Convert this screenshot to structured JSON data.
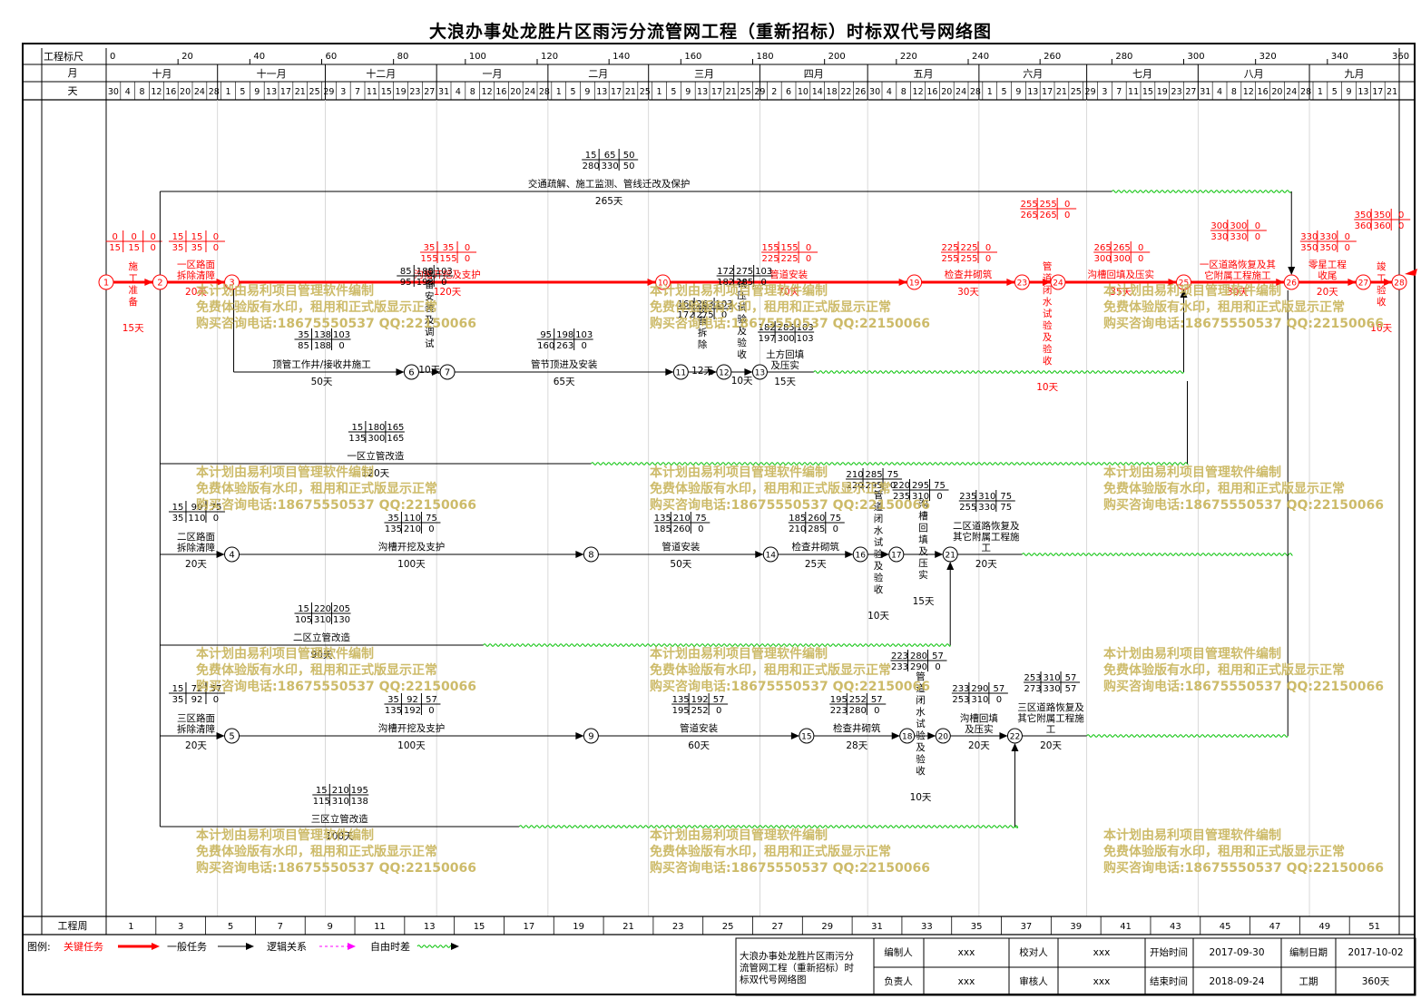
{
  "title": "大浪办事处龙胜片区雨污分流管网工程（重新招标）时标双代号网络图",
  "header": {
    "scale_label": "工程标尺",
    "month_label": "月",
    "day_label": "天",
    "week_label": "工程周",
    "scale_ticks": [
      "0",
      "20",
      "40",
      "60",
      "80",
      "100",
      "120",
      "140",
      "160",
      "180",
      "200",
      "220",
      "240",
      "260",
      "280",
      "300",
      "320",
      "340",
      "360"
    ],
    "months": [
      {
        "label": "十月",
        "d0": 0,
        "d1": 31
      },
      {
        "label": "十一月",
        "d0": 31,
        "d1": 61
      },
      {
        "label": "十二月",
        "d0": 61,
        "d1": 92
      },
      {
        "label": "一月",
        "d0": 92,
        "d1": 123
      },
      {
        "label": "二月",
        "d0": 123,
        "d1": 151
      },
      {
        "label": "三月",
        "d0": 151,
        "d1": 182
      },
      {
        "label": "四月",
        "d0": 182,
        "d1": 212
      },
      {
        "label": "五月",
        "d0": 212,
        "d1": 243
      },
      {
        "label": "六月",
        "d0": 243,
        "d1": 273
      },
      {
        "label": "七月",
        "d0": 273,
        "d1": 304
      },
      {
        "label": "八月",
        "d0": 304,
        "d1": 335
      },
      {
        "label": "九月",
        "d0": 335,
        "d1": 360
      }
    ],
    "day_ticks": [
      "30",
      "4",
      "8",
      "12",
      "16",
      "20",
      "24",
      "28",
      "1",
      "5",
      "9",
      "13",
      "17",
      "21",
      "25",
      "29",
      "3",
      "7",
      "11",
      "15",
      "19",
      "23",
      "27",
      "31",
      "4",
      "8",
      "12",
      "16",
      "20",
      "24",
      "28",
      "1",
      "5",
      "9",
      "13",
      "17",
      "21",
      "25",
      "1",
      "5",
      "9",
      "13",
      "17",
      "21",
      "25",
      "29",
      "2",
      "6",
      "10",
      "14",
      "18",
      "22",
      "26",
      "30",
      "4",
      "8",
      "12",
      "16",
      "20",
      "24",
      "28",
      "1",
      "5",
      "9",
      "13",
      "17",
      "21",
      "25",
      "29",
      "3",
      "7",
      "11",
      "15",
      "19",
      "23",
      "27",
      "31",
      "4",
      "8",
      "12",
      "16",
      "20",
      "24",
      "28",
      "1",
      "5",
      "9",
      "13",
      "17",
      "21"
    ],
    "weeks": [
      "1",
      "3",
      "5",
      "7",
      "9",
      "11",
      "13",
      "15",
      "17",
      "19",
      "21",
      "23",
      "25",
      "27",
      "29",
      "31",
      "33",
      "35",
      "37",
      "39",
      "41",
      "43",
      "45",
      "47",
      "49",
      "51"
    ]
  },
  "network": {
    "nodes": [
      {
        "id": "1",
        "day": 0,
        "lane": "A",
        "critical": true
      },
      {
        "id": "2",
        "day": 15,
        "lane": "A",
        "critical": true
      },
      {
        "id": "3",
        "day": 35,
        "lane": "A",
        "critical": true
      },
      {
        "id": "10",
        "day": 155,
        "lane": "A",
        "critical": true
      },
      {
        "id": "19",
        "day": 225,
        "lane": "A",
        "critical": true
      },
      {
        "id": "23",
        "day": 255,
        "lane": "A",
        "critical": true
      },
      {
        "id": "24",
        "day": 265,
        "lane": "A",
        "critical": true
      },
      {
        "id": "25",
        "day": 300,
        "lane": "A",
        "critical": true
      },
      {
        "id": "26",
        "day": 330,
        "lane": "A",
        "critical": true
      },
      {
        "id": "27",
        "day": 350,
        "lane": "A",
        "critical": true
      },
      {
        "id": "28",
        "day": 360,
        "lane": "A",
        "critical": true
      },
      {
        "id": "6",
        "day": 85,
        "lane": "B",
        "critical": false
      },
      {
        "id": "7",
        "day": 95,
        "lane": "B",
        "critical": false
      },
      {
        "id": "11",
        "day": 160,
        "lane": "B",
        "critical": false
      },
      {
        "id": "12",
        "day": 172,
        "lane": "B",
        "critical": false
      },
      {
        "id": "13",
        "day": 182,
        "lane": "B",
        "critical": false
      },
      {
        "id": "4",
        "day": 35,
        "lane": "D",
        "critical": false
      },
      {
        "id": "8",
        "day": 135,
        "lane": "D",
        "critical": false
      },
      {
        "id": "14",
        "day": 185,
        "lane": "D",
        "critical": false
      },
      {
        "id": "16",
        "day": 210,
        "lane": "D",
        "critical": false
      },
      {
        "id": "17",
        "day": 220,
        "lane": "D",
        "critical": false
      },
      {
        "id": "21",
        "day": 235,
        "lane": "D",
        "critical": false
      },
      {
        "id": "5",
        "day": 35,
        "lane": "F",
        "critical": false
      },
      {
        "id": "9",
        "day": 135,
        "lane": "F",
        "critical": false
      },
      {
        "id": "15",
        "day": 195,
        "lane": "F",
        "critical": false
      },
      {
        "id": "18",
        "day": 223,
        "lane": "F",
        "critical": false
      },
      {
        "id": "20",
        "day": 233,
        "lane": "F",
        "critical": false
      },
      {
        "id": "22",
        "day": 253,
        "lane": "F",
        "critical": false
      }
    ],
    "tasks": [
      {
        "from": "1",
        "to": "2",
        "name": "施工准备",
        "dur": "15天",
        "p": [
          "0",
          "0",
          "0",
          "15",
          "15",
          "0"
        ],
        "critical": true
      },
      {
        "from": "2",
        "to": "3",
        "name": "一区路面拆除清障",
        "dur": "20天",
        "p": [
          "15",
          "15",
          "0",
          "35",
          "35",
          "0"
        ],
        "critical": true
      },
      {
        "from": "3",
        "to": "10",
        "name": "沟槽开挖及支护",
        "dur": "120天",
        "p": [
          "35",
          "35",
          "0",
          "155",
          "155",
          "0"
        ],
        "critical": true
      },
      {
        "from": "10",
        "to": "19",
        "name": "管道安装",
        "dur": "70天",
        "p": [
          "155",
          "155",
          "0",
          "225",
          "225",
          "0"
        ],
        "critical": true
      },
      {
        "from": "19",
        "to": "23",
        "name": "检查井砌筑",
        "dur": "30天",
        "p": [
          "225",
          "225",
          "0",
          "255",
          "255",
          "0"
        ],
        "critical": true
      },
      {
        "from": "23",
        "to": "24",
        "name": "管道闭水试验及验收",
        "dur": "10天",
        "p": [
          "255",
          "255",
          "0",
          "265",
          "265",
          "0"
        ],
        "critical": true
      },
      {
        "from": "24",
        "to": "25",
        "name": "沟槽回填及压实",
        "dur": "35天",
        "p": [
          "265",
          "265",
          "0",
          "300",
          "300",
          "0"
        ],
        "critical": true
      },
      {
        "from": "25",
        "to": "26",
        "name": "一区道路恢复及其它附属工程施工",
        "dur": "30天",
        "p": [
          "300",
          "300",
          "0",
          "330",
          "330",
          "0"
        ],
        "critical": true
      },
      {
        "from": "26",
        "to": "27",
        "name": "零星工程收尾",
        "dur": "20天",
        "p": [
          "330",
          "330",
          "0",
          "350",
          "350",
          "0"
        ],
        "critical": true
      },
      {
        "from": "27",
        "to": "28",
        "name": "竣工验收",
        "dur": "10天",
        "p": [
          "350",
          "350",
          "0",
          "360",
          "360",
          "0"
        ],
        "critical": true
      },
      {
        "from": "2",
        "to": "26",
        "name": "交通疏解、施工监测、管线迁改及保护",
        "dur": "265天",
        "p": [
          "15",
          "65",
          "50",
          "280",
          "330",
          "50"
        ],
        "critical": false
      },
      {
        "from": "3",
        "to": "6",
        "name": "顶管工作井/接收井施工",
        "dur": "50天",
        "p": [
          "35",
          "138",
          "103",
          "85",
          "188",
          "0"
        ],
        "critical": false
      },
      {
        "from": "6",
        "to": "7",
        "name": "设备安装及调试",
        "dur": "10天",
        "p": [
          "85",
          "188",
          "103",
          "95",
          "198",
          "0"
        ],
        "critical": false
      },
      {
        "from": "7",
        "to": "11",
        "name": "管节顶进及安装",
        "dur": "65天",
        "p": [
          "95",
          "198",
          "103",
          "160",
          "263",
          "0"
        ],
        "critical": false
      },
      {
        "from": "11",
        "to": "12",
        "name": "设备拆除",
        "dur": "12天",
        "p": [
          "160",
          "263",
          "103",
          "172",
          "275",
          "0"
        ],
        "critical": false
      },
      {
        "from": "12",
        "to": "13",
        "name": "试压试验及验收",
        "dur": "10天",
        "p": [
          "172",
          "275",
          "103",
          "182",
          "285",
          "0"
        ],
        "critical": false
      },
      {
        "from": "13",
        "to": "25",
        "name": "土方回填及压实",
        "dur": "15天",
        "p": [
          "182",
          "285",
          "103",
          "197",
          "300",
          "103"
        ],
        "critical": false
      },
      {
        "from": "2",
        "to": "25",
        "name": "一区立管改造",
        "dur": "120天",
        "p": [
          "15",
          "180",
          "165",
          "135",
          "300",
          "165"
        ],
        "critical": false
      },
      {
        "from": "2",
        "to": "4",
        "name": "二区路面拆除清障",
        "dur": "20天",
        "p": [
          "15",
          "90",
          "75",
          "35",
          "110",
          "0"
        ],
        "critical": false
      },
      {
        "from": "4",
        "to": "8",
        "name": "沟槽开挖及支护",
        "dur": "100天",
        "p": [
          "35",
          "110",
          "75",
          "135",
          "210",
          "0"
        ],
        "critical": false
      },
      {
        "from": "8",
        "to": "14",
        "name": "管道安装",
        "dur": "50天",
        "p": [
          "135",
          "210",
          "75",
          "185",
          "260",
          "0"
        ],
        "critical": false
      },
      {
        "from": "14",
        "to": "16",
        "name": "检查井砌筑",
        "dur": "25天",
        "p": [
          "185",
          "260",
          "75",
          "210",
          "285",
          "0"
        ],
        "critical": false
      },
      {
        "from": "16",
        "to": "17",
        "name": "管道闭水试验及验收",
        "dur": "10天",
        "p": [
          "210",
          "285",
          "75",
          "220",
          "295",
          "0"
        ],
        "critical": false
      },
      {
        "from": "17",
        "to": "21",
        "name": "沟槽回填及压实",
        "dur": "15天",
        "p": [
          "220",
          "295",
          "75",
          "235",
          "310",
          "0"
        ],
        "critical": false
      },
      {
        "from": "21",
        "to": "26",
        "name": "二区道路恢复及其它附属工程施工",
        "dur": "20天",
        "p": [
          "235",
          "310",
          "75",
          "255",
          "330",
          "75"
        ],
        "critical": false
      },
      {
        "from": "2",
        "to": "21",
        "name": "二区立管改造",
        "dur": "90天",
        "p": [
          "15",
          "220",
          "205",
          "105",
          "310",
          "130"
        ],
        "critical": false
      },
      {
        "from": "2",
        "to": "5",
        "name": "三区路面拆除清障",
        "dur": "20天",
        "p": [
          "15",
          "72",
          "57",
          "35",
          "92",
          "0"
        ],
        "critical": false
      },
      {
        "from": "5",
        "to": "9",
        "name": "沟槽开挖及支护",
        "dur": "100天",
        "p": [
          "35",
          "92",
          "57",
          "135",
          "192",
          "0"
        ],
        "critical": false
      },
      {
        "from": "9",
        "to": "15",
        "name": "管道安装",
        "dur": "60天",
        "p": [
          "135",
          "192",
          "57",
          "195",
          "252",
          "0"
        ],
        "critical": false
      },
      {
        "from": "15",
        "to": "18",
        "name": "检查井砌筑",
        "dur": "28天",
        "p": [
          "195",
          "252",
          "57",
          "223",
          "280",
          "0"
        ],
        "critical": false
      },
      {
        "from": "18",
        "to": "20",
        "name": "管道闭水试验及验收",
        "dur": "10天",
        "p": [
          "223",
          "280",
          "57",
          "233",
          "290",
          "0"
        ],
        "critical": false
      },
      {
        "from": "20",
        "to": "22",
        "name": "沟槽回填及压实",
        "dur": "20天",
        "p": [
          "233",
          "290",
          "57",
          "253",
          "310",
          "0"
        ],
        "critical": false
      },
      {
        "from": "22",
        "to": "26",
        "name": "三区道路恢复及其它附属工程施工",
        "dur": "20天",
        "p": [
          "253",
          "310",
          "57",
          "273",
          "330",
          "57"
        ],
        "critical": false
      },
      {
        "from": "2",
        "to": "22",
        "name": "三区立管改造",
        "dur": "100天",
        "p": [
          "15",
          "210",
          "195",
          "115",
          "310",
          "138"
        ],
        "critical": false
      }
    ]
  },
  "watermark": [
    "本计划由易利项目管理软件编制",
    "免费体验版有水印，租用和正式版显示正常",
    "购买咨询电话:18675550537 QQ:22150066"
  ],
  "legend": {
    "label": "图例:",
    "critical": "关键任务",
    "normal": "一般任务",
    "logic": "逻辑关系",
    "float": "自由时差",
    "colors": {
      "critical": "#ff0000",
      "logic": "#ff00ff",
      "float": "#00c000"
    }
  },
  "footer": {
    "project": "大浪办事处龙胜片区雨污分流管网工程（重新招标）时标双代号网络图",
    "compiler_label": "编制人",
    "compiler": "xxx",
    "checker_label": "校对人",
    "checker": "xxx",
    "owner_label": "负责人",
    "owner": "xxx",
    "reviewer_label": "审核人",
    "reviewer": "xxx",
    "start_label": "开始时间",
    "start": "2017-09-30",
    "end_label": "结束时间",
    "end": "2018-09-24",
    "made_label": "编制日期",
    "made": "2017-10-02",
    "period_label": "工期",
    "period": "360天"
  }
}
